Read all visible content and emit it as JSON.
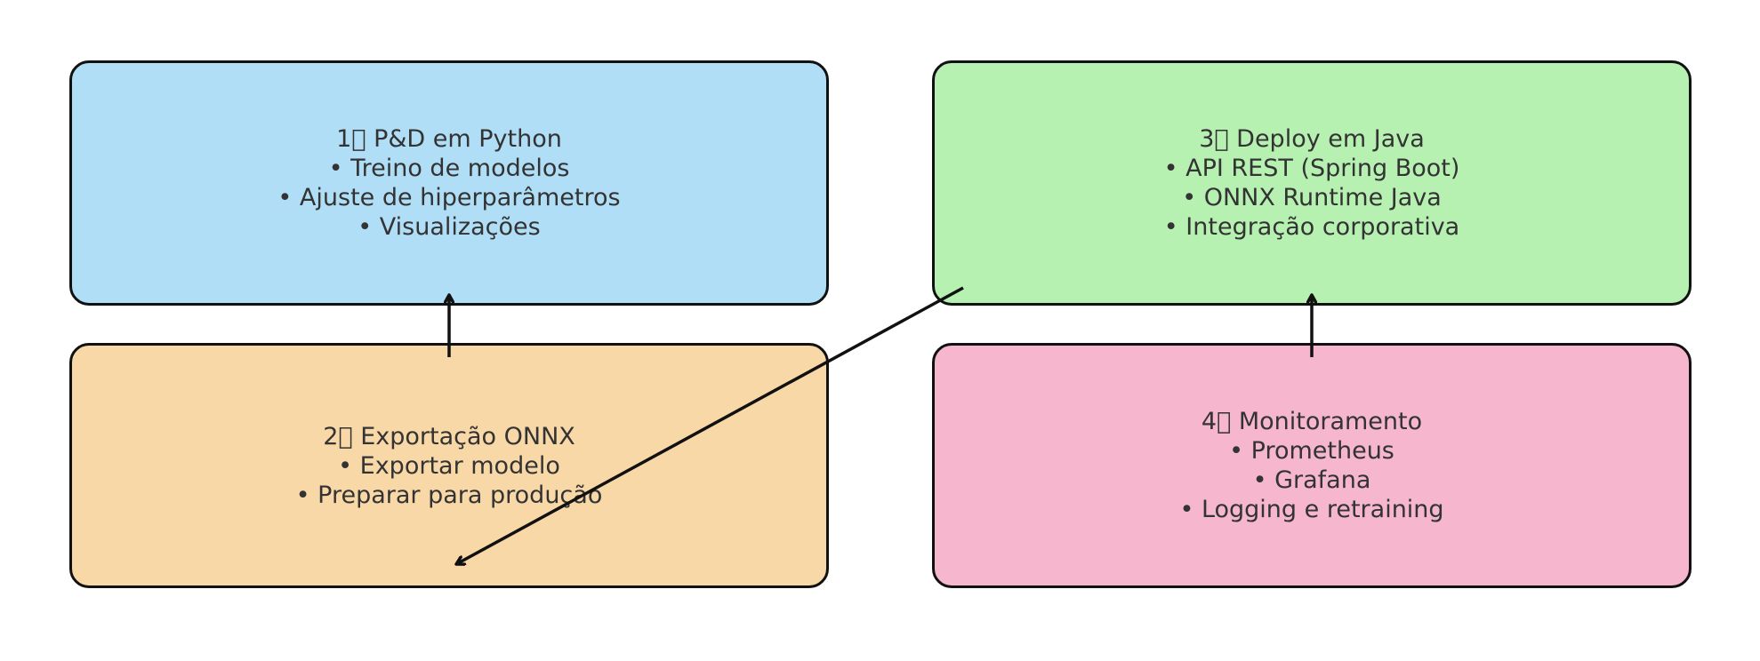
{
  "boxes": {
    "pd_python": {
      "color": "#b0def6",
      "lines": [
        "1⃣ P&D em Python",
        "• Treino de modelos",
        "• Ajuste de hiperparâmetros",
        "• Visualizações"
      ]
    },
    "export_onnx": {
      "color": "#f9d8a8",
      "lines": [
        "2⃣ Exportação ONNX",
        "• Exportar modelo",
        "• Preparar para produção"
      ]
    },
    "deploy_java": {
      "color": "#b7f1b2",
      "lines": [
        "3⃣ Deploy em Java",
        "• API REST (Spring Boot)",
        "• ONNX Runtime Java",
        "• Integração corporativa"
      ]
    },
    "monitoring": {
      "color": "#f5b6ce",
      "lines": [
        "4⃣ Monitoramento",
        "• Prometheus",
        "• Grafana",
        "• Logging e retraining"
      ]
    }
  },
  "edges": [
    {
      "from": "export_onnx",
      "to": "pd_python"
    },
    {
      "from": "deploy_java",
      "to": "export_onnx"
    },
    {
      "from": "monitoring",
      "to": "deploy_java"
    }
  ]
}
